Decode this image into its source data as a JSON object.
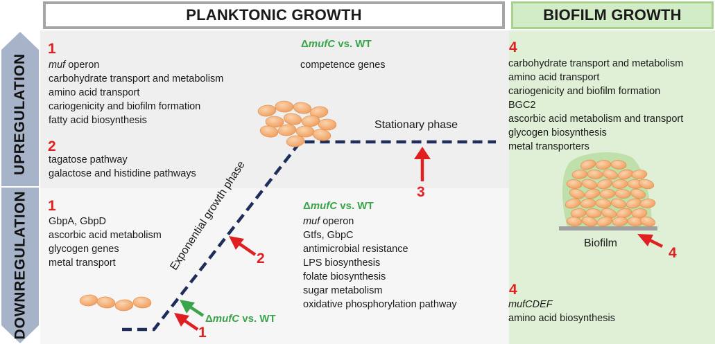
{
  "headers": {
    "planktonic": "PLANKTONIC GROWTH",
    "biofilm": "BIOFILM GROWTH"
  },
  "side_labels": {
    "up": "UPREGULATION",
    "down": "DOWNREGULATION"
  },
  "comparison": {
    "delta": "Δ",
    "gene": "mufC",
    "suffix": " vs. WT"
  },
  "up_left": {
    "marker1": "1",
    "list1_first_italic": "muf",
    "list1_first_rest": " operon",
    "list1": [
      "carbohydrate transport and metabolism",
      "amino acid transport",
      "cariogenicity and biofilm formation",
      "fatty acid biosynthesis"
    ],
    "marker2": "2",
    "list2": [
      "tagatose pathway",
      "galactose and histidine pathways"
    ]
  },
  "up_mid": {
    "items": [
      "competence genes"
    ]
  },
  "down_left": {
    "marker1": "1",
    "list": [
      "GbpA, GbpD",
      "ascorbic acid metabolism",
      "glycogen genes",
      "metal transport"
    ]
  },
  "down_mid": {
    "first_italic": "muf",
    "first_rest": " operon",
    "items": [
      "Gtfs, GbpC",
      "antimicrobial resistance",
      "LPS biosynthesis",
      "folate biosynthesis",
      "sugar metabolism",
      "oxidative phosphorylation pathway"
    ]
  },
  "bio_up": {
    "marker": "4",
    "items": [
      "carbohydrate transport and metabolism",
      "amino acid transport",
      "cariogenicity and biofilm formation",
      "BGC2",
      "ascorbic acid metabolism and transport",
      "glycogen biosynthesis",
      "metal transporters"
    ]
  },
  "bio_down": {
    "marker": "4",
    "first_italic": "mufCDEF",
    "items": [
      "amino acid biosynthesis"
    ]
  },
  "curve": {
    "stationary_label": "Stationary phase",
    "exponential_label": "Exponential growth phase"
  },
  "arrows": {
    "a1": "1",
    "a2": "2",
    "a3": "3",
    "a4": "4"
  },
  "biofilm_label": "Biofilm",
  "colors": {
    "red": "#e02020",
    "green": "#3aa54a",
    "curve": "#1f2d5a",
    "cell": "#f2a96a",
    "biofilm_bg": "#dff0d6"
  }
}
